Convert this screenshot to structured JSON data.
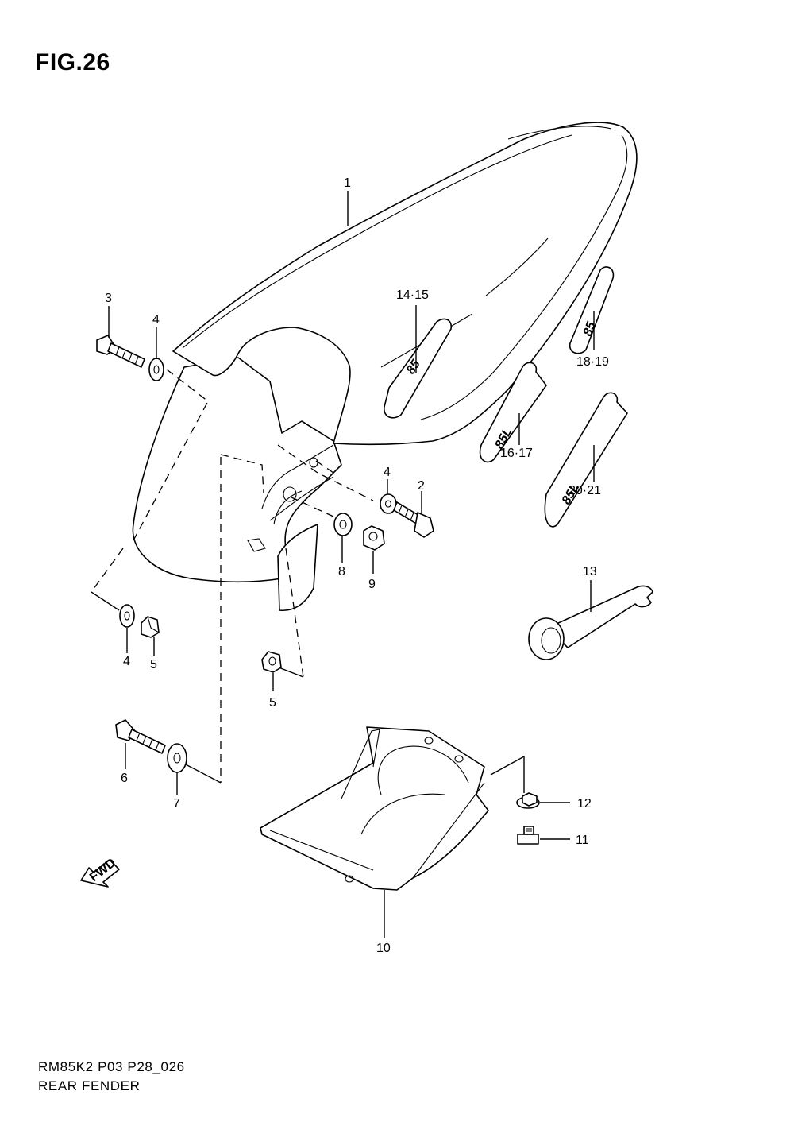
{
  "figure": {
    "title": "FIG.26",
    "code": "RM85K2 P03 P28_026",
    "name": "REAR FENDER"
  },
  "decals": {
    "decal_85_upper": "85",
    "decal_85l_middle": "85L",
    "decal_85_right": "85",
    "decal_85l_lower": "85L"
  },
  "fwd_arrow": {
    "label": "FWD",
    "icon": "fwd-arrow-icon"
  },
  "callouts": {
    "c1": "1",
    "c2": "2",
    "c3": "3",
    "c4a": "4",
    "c4b": "4",
    "c4c": "4",
    "c5a": "5",
    "c5b": "5",
    "c6": "6",
    "c7": "7",
    "c8": "8",
    "c9": "9",
    "c10": "10",
    "c11": "11",
    "c12": "12",
    "c13": "13",
    "c14_15": "14·15",
    "c16_17": "16·17",
    "c18_19": "18·19",
    "c20_21": "20·21"
  }
}
